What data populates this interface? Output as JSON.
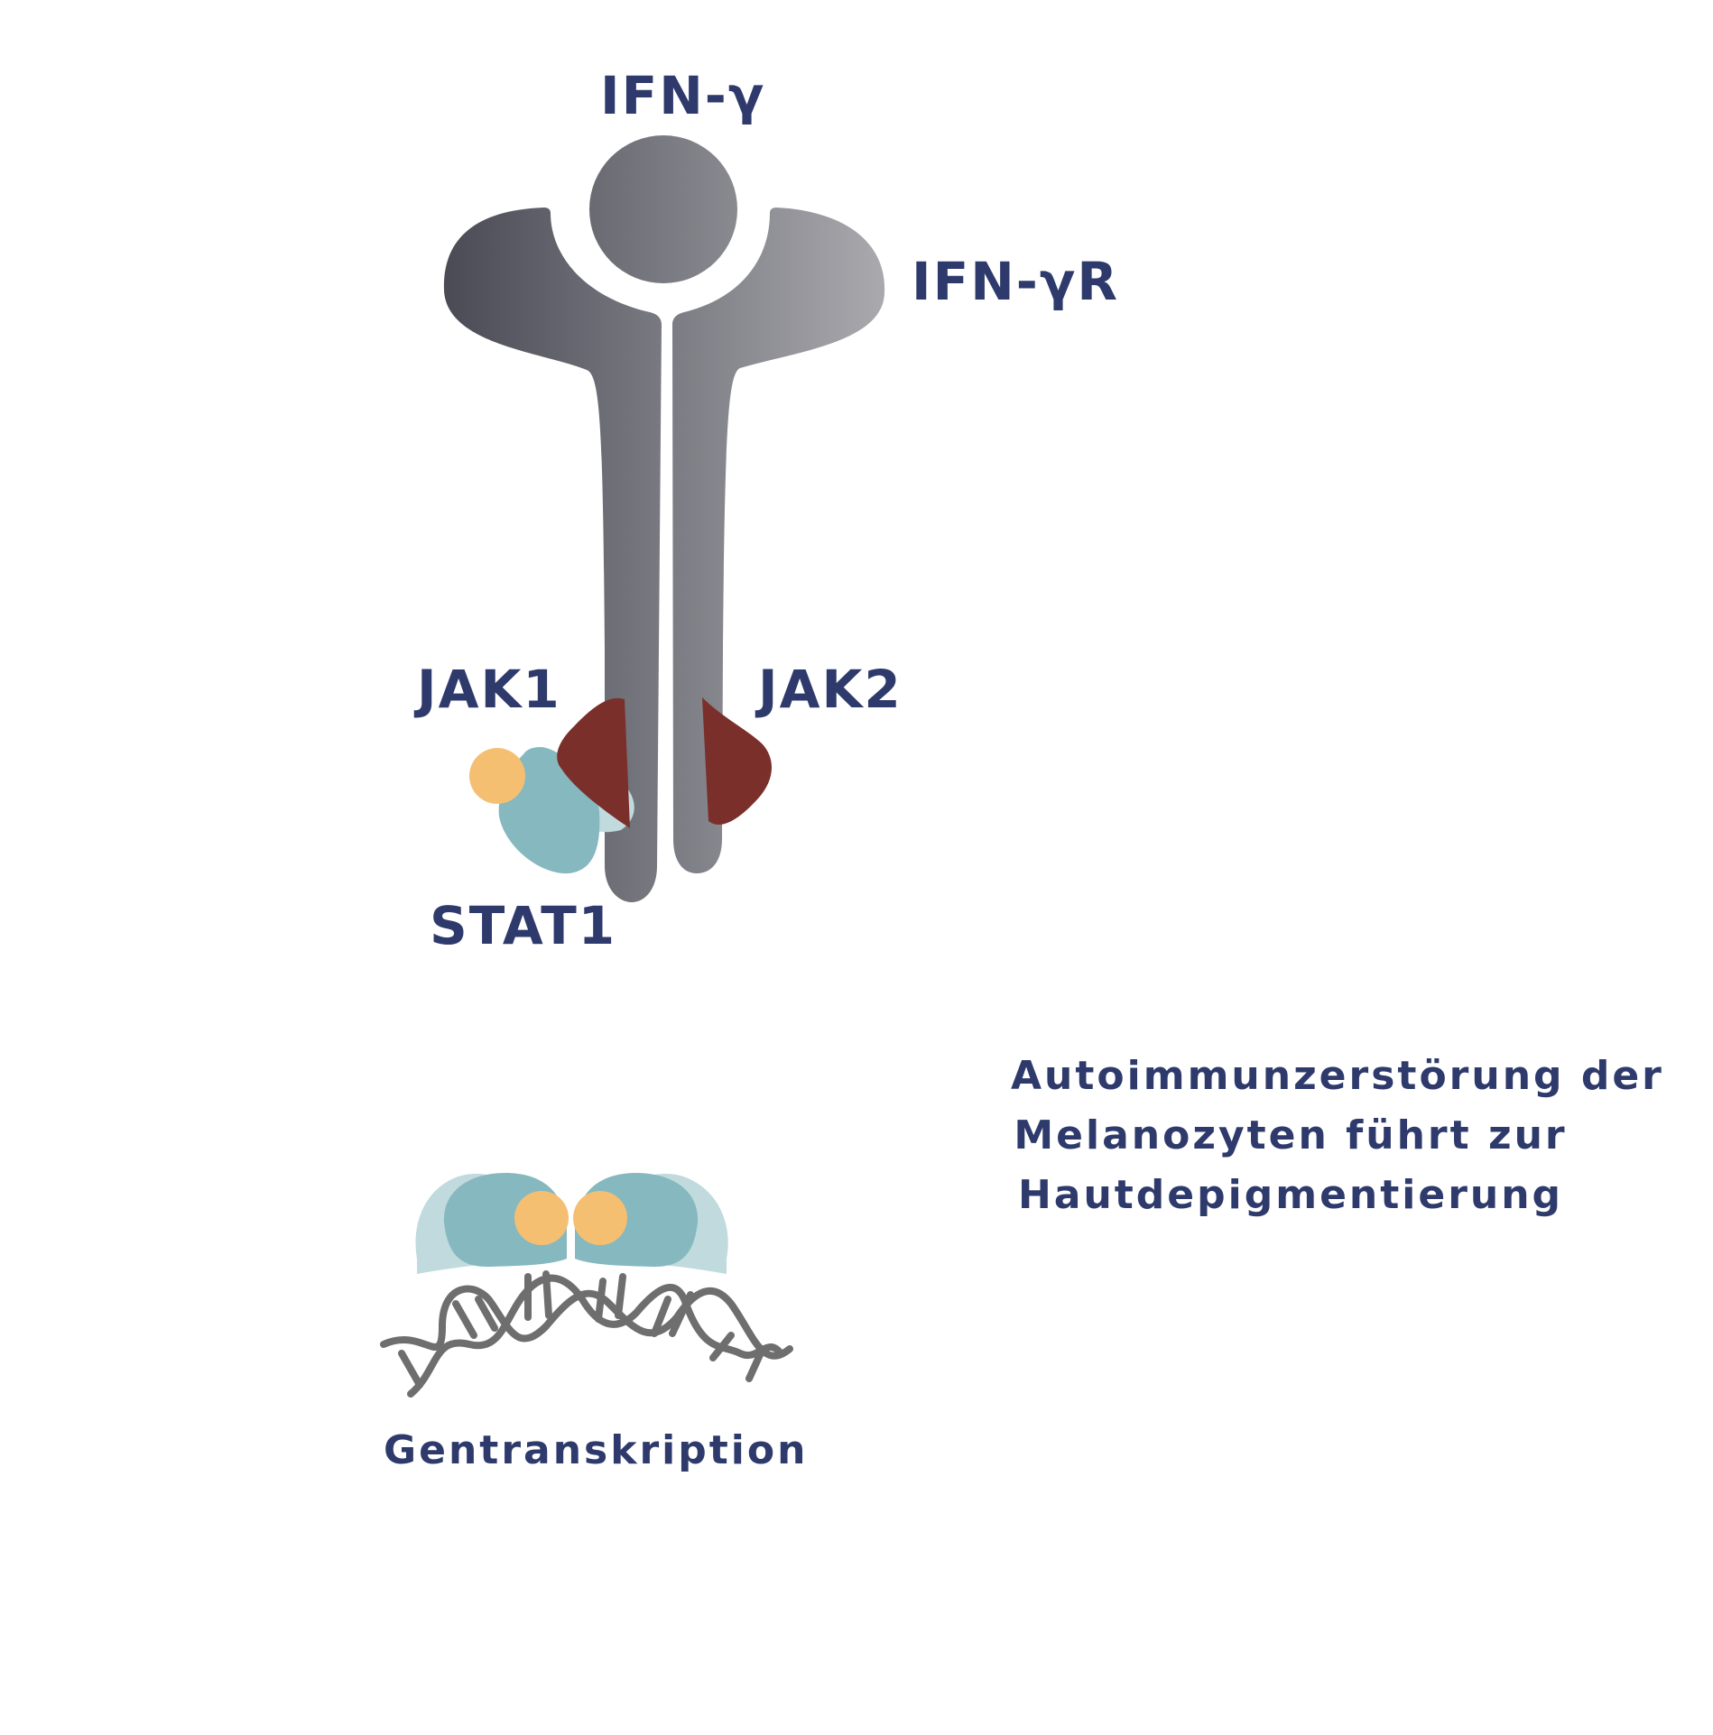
{
  "labels": {
    "ifn_gamma": "IFN-γ",
    "ifn_gamma_receptor": "IFN-γR",
    "jak1": "JAK1",
    "jak2": "JAK2",
    "stat1": "STAT1",
    "gene_transcription": "Gentranskription"
  },
  "description_lines": [
    "Autoimmunzerstörung der",
    "Melanozyten führt zur",
    "Hautdepigmentierung"
  ],
  "colors": {
    "text": "#2e3a6b",
    "receptor_dark": "#4a4a55",
    "receptor_light": "#a9a9ae",
    "jak": "#7b2f2b",
    "stat_dark": "#86b8bf",
    "stat_light": "#c0dade",
    "phosphate": "#f5bf72",
    "dna": "#6e6e6e"
  }
}
